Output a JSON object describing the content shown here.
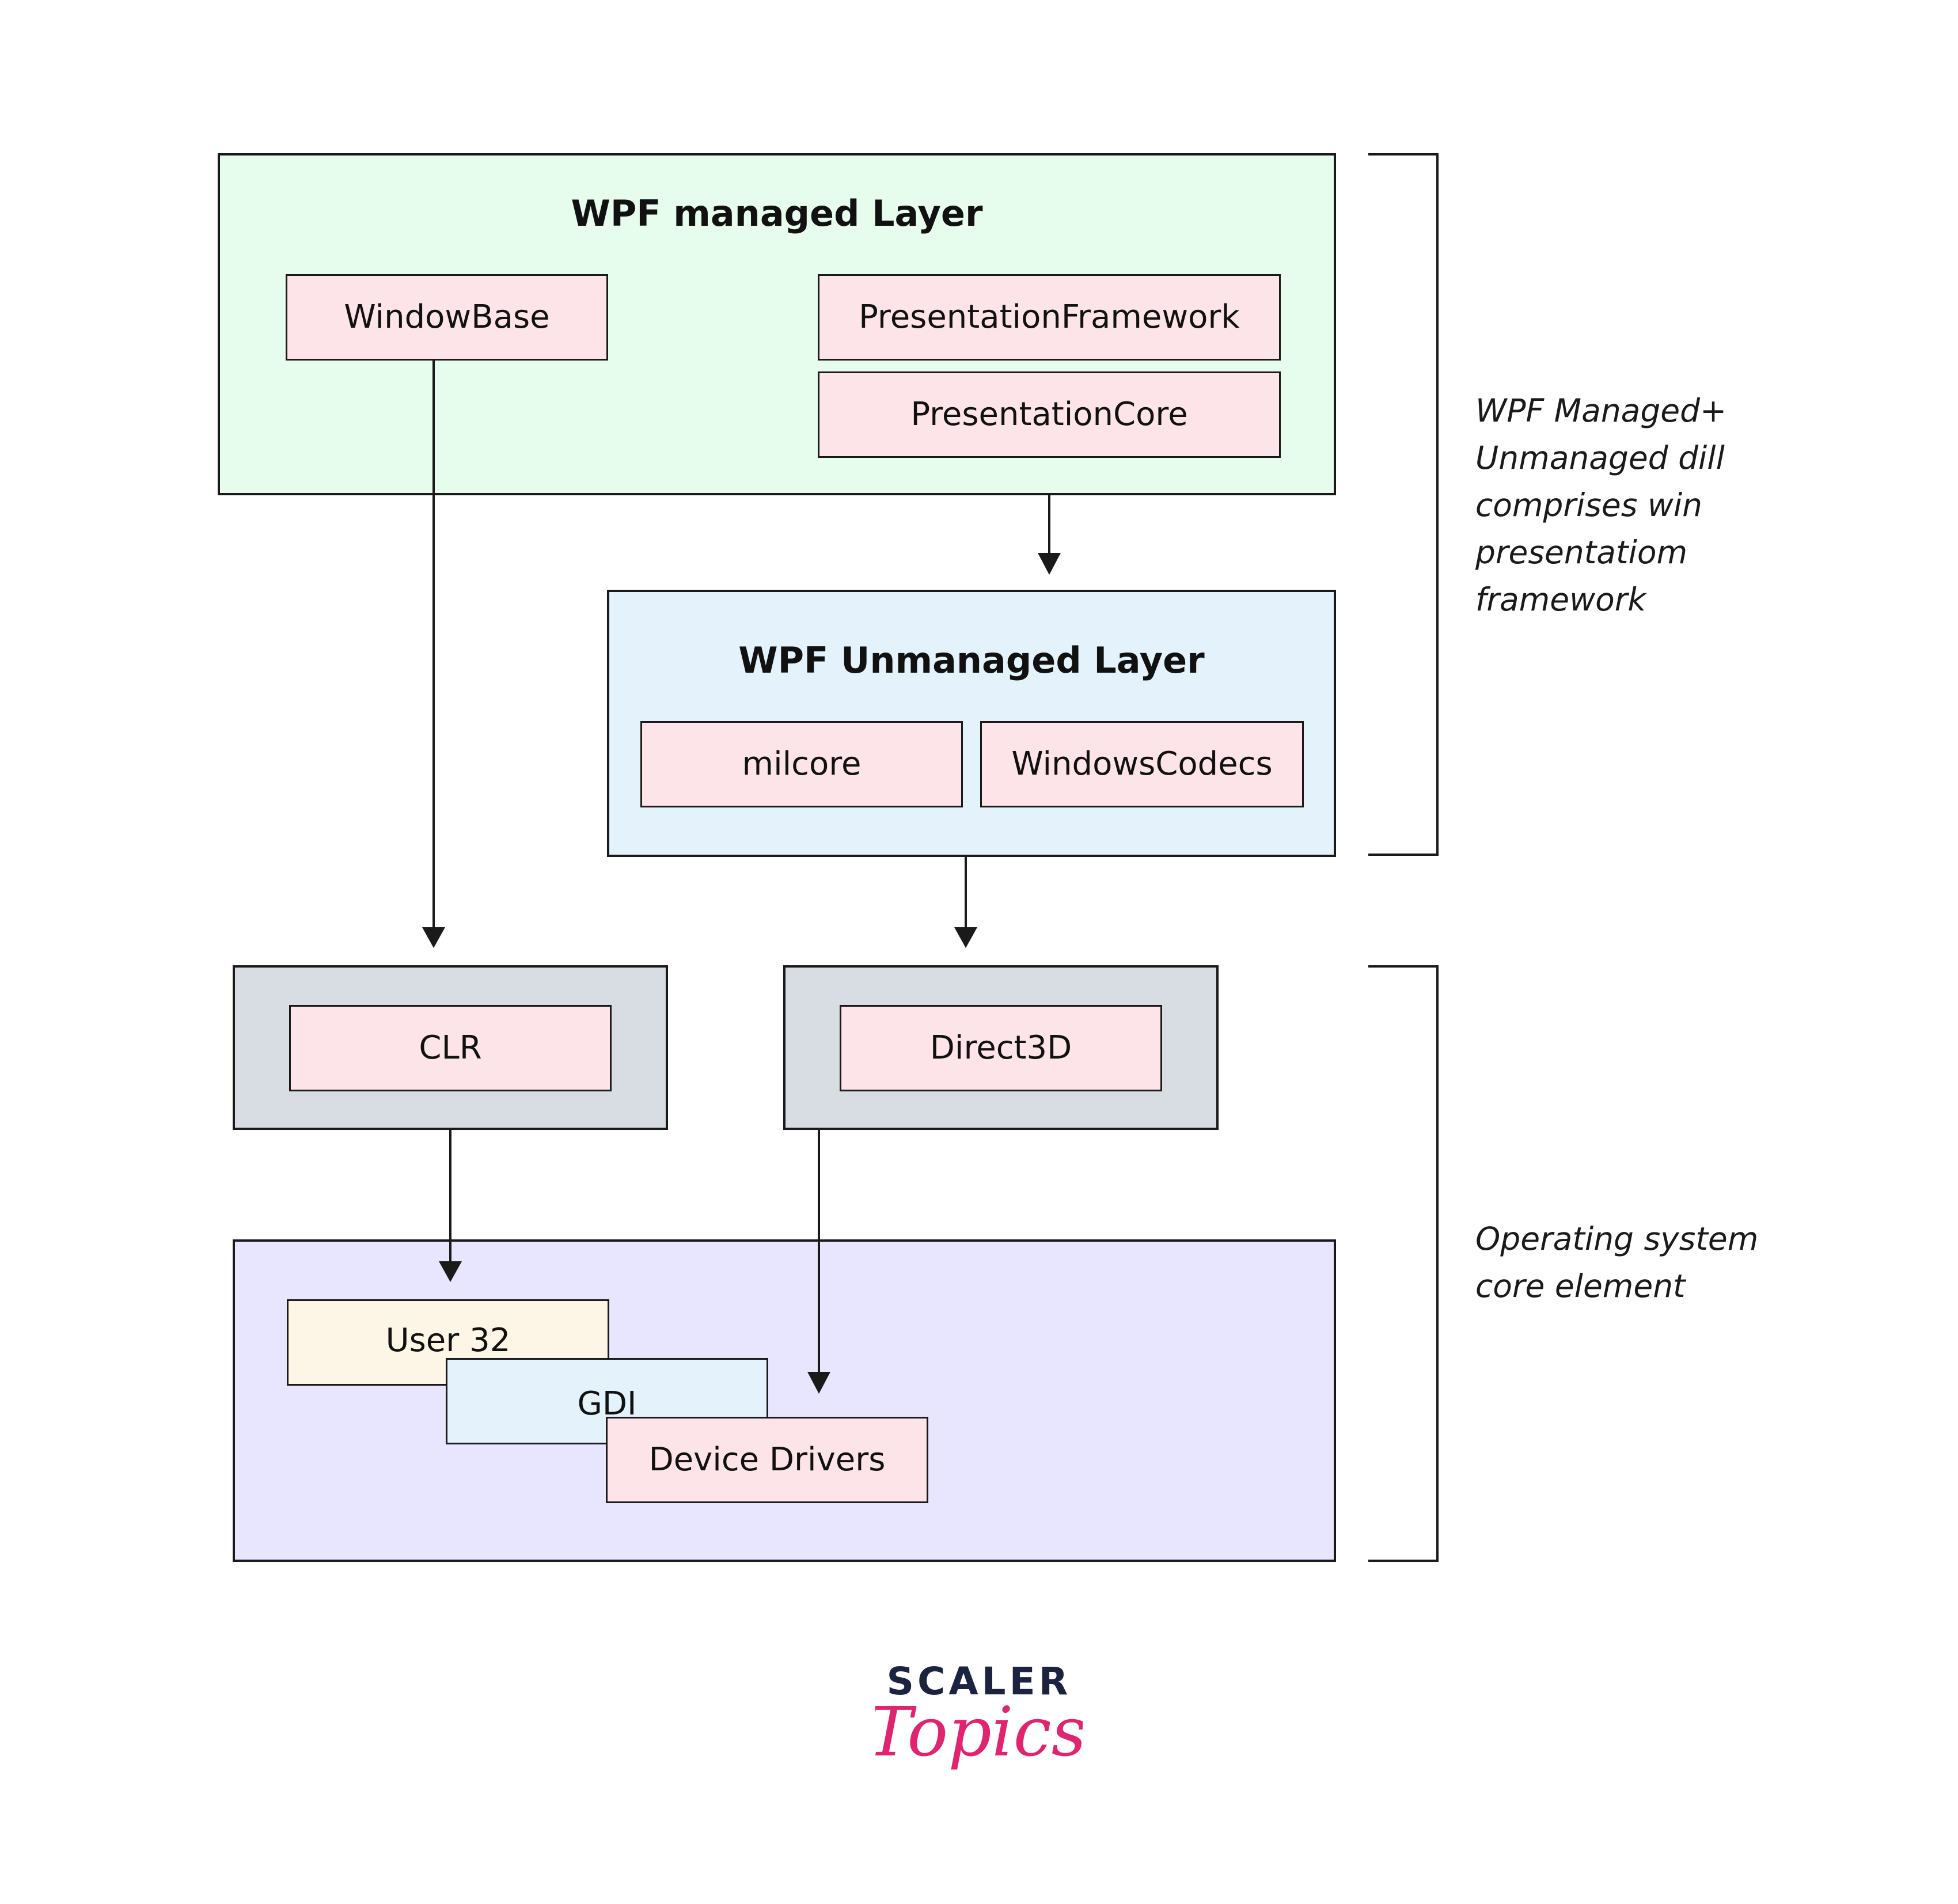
{
  "diagram": {
    "managed_layer": {
      "title": "WPF managed Layer",
      "components": [
        "WindowBase",
        "PresentationFramework",
        "PresentationCore"
      ]
    },
    "unmanaged_layer": {
      "title": "WPF Unmanaged Layer",
      "components": [
        "milcore",
        "WindowsCodecs"
      ]
    },
    "runtime": {
      "clr": "CLR",
      "direct3d": "Direct3D"
    },
    "os_core": {
      "components": [
        "User 32",
        "GDI",
        "Device Drivers"
      ]
    },
    "notes": {
      "wpf_note": "WPF Managed+\nUnmanaged dill\ncomprises win\npresentatiom\nframework",
      "os_note": "Operating system\ncore element"
    },
    "connections": [
      {
        "from": "PresentationCore",
        "to": "WPF Unmanaged Layer"
      },
      {
        "from": "WindowBase",
        "to": "CLR"
      },
      {
        "from": "WPF Unmanaged Layer",
        "to": "Direct3D"
      },
      {
        "from": "CLR",
        "to": "User 32"
      },
      {
        "from": "Direct3D",
        "to": "Device Drivers"
      }
    ]
  },
  "logo": {
    "line1": "SCALER",
    "line2": "Topics",
    "colors": {
      "scaler": "#1c2340",
      "topics": "#e0246f"
    }
  }
}
